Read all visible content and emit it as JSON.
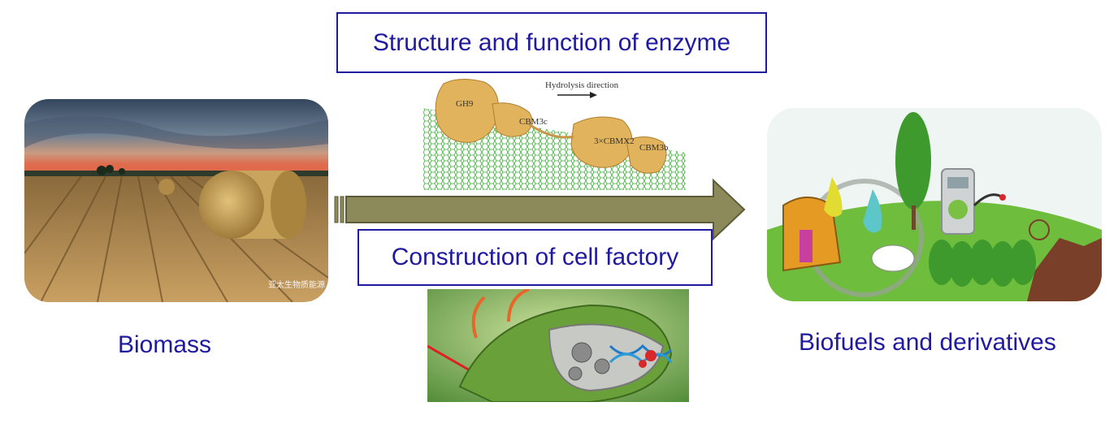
{
  "labels": {
    "source": "Biomass",
    "product": "Biofuels and derivatives"
  },
  "process": {
    "top": "Structure and function of enzyme",
    "bottom": "Construction of cell factory"
  },
  "enzyme_figure": {
    "annotation": "Hydrolysis direction",
    "domains": [
      "GH9",
      "CBM3c",
      "3×CBMX2",
      "CBM3b"
    ]
  },
  "watermark": "亚太生物质能源",
  "colors": {
    "label_text": "#1f1aa0",
    "arrow_fill": "#8c8a5a",
    "arrow_stroke": "#5e5c38"
  }
}
